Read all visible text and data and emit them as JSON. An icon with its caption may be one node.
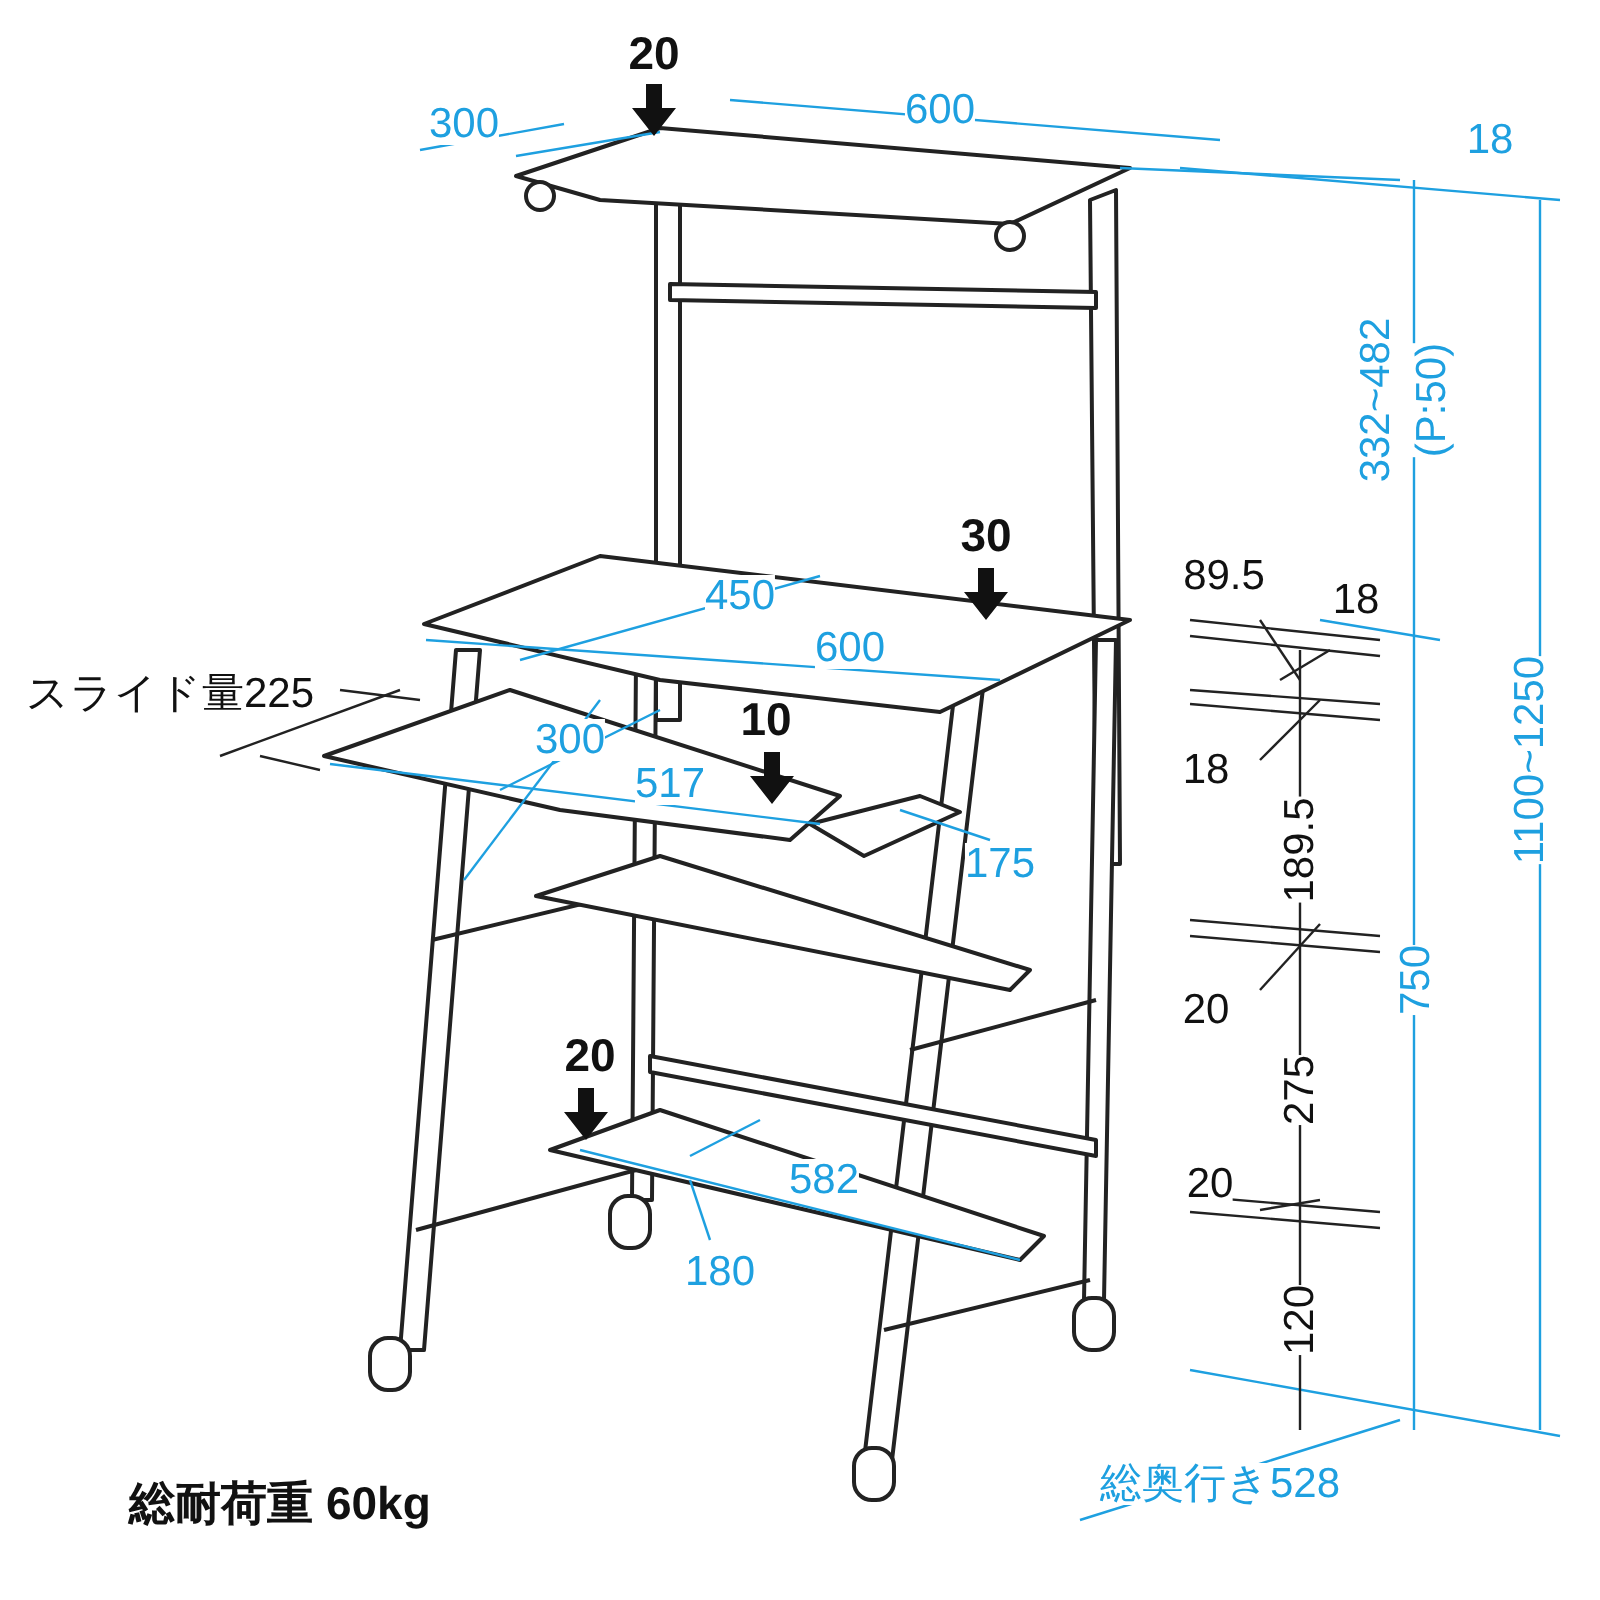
{
  "diagram": {
    "labels": [
      "20",
      "300",
      "600",
      "18",
      "332~482",
      "(P:50)",
      "30",
      "89.5",
      "450",
      "18",
      "600",
      "スライド量225",
      "10",
      "300",
      "1100~1250",
      "18",
      "517",
      "175",
      "189.5",
      "750",
      "20",
      "20",
      "275",
      "582",
      "20",
      "180",
      "120",
      "総奥行き528",
      "総耐荷重 60kg"
    ]
  }
}
